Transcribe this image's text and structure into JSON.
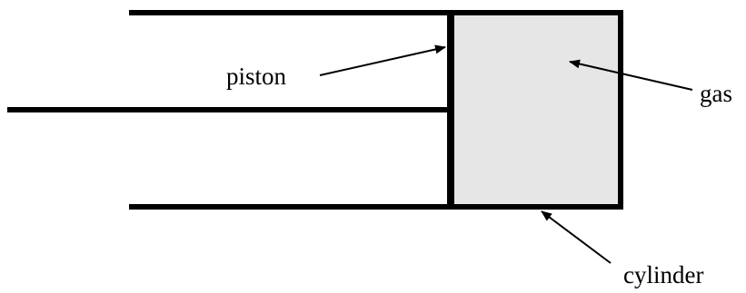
{
  "labels": {
    "piston": "piston",
    "gas": "gas",
    "cylinder": "cylinder"
  },
  "colors": {
    "line": "#000000",
    "gas_fill": "#e6e6e6",
    "background": "#ffffff"
  }
}
